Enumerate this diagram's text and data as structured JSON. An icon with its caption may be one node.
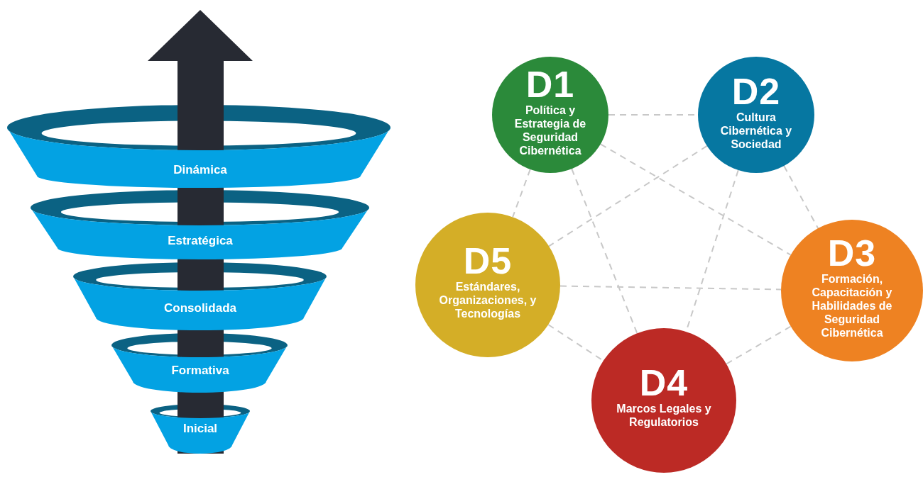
{
  "diagram": {
    "nodes": [
      {
        "text": [
          "Dinámica"
        ]
      },
      {
        "text": [
          "Estratégica"
        ]
      },
      {
        "text": [
          "Consolidada"
        ]
      },
      {
        "text": [
          "Formativa"
        ]
      },
      {
        "text": [
          "Inicial"
        ]
      },
      {
        "text": [
          "D1",
          "Política y Estrategia de Seguridad Cibernética"
        ]
      },
      {
        "text": [
          "D2",
          "Cultura Cibernética y Sociedad"
        ]
      },
      {
        "text": [
          "D3",
          "Formación, Capacitación y Habilidades de Seguridad Cibernética"
        ]
      },
      {
        "text": [
          "D4",
          "Marcos Legales y Regulatorios"
        ]
      },
      {
        "text": [
          "D5",
          "Estándares, Organizaciones, y Tecnologías"
        ]
      }
    ],
    "edges": [
      {
        "from": 5,
        "to": 6,
        "arrow": "none",
        "style": "dashed"
      },
      {
        "from": 5,
        "to": 9,
        "arrow": "none",
        "style": "dashed"
      },
      {
        "from": 5,
        "to": 8,
        "arrow": "none",
        "style": "dashed"
      },
      {
        "from": 5,
        "to": 7,
        "arrow": "none",
        "style": "dashed"
      },
      {
        "from": 6,
        "to": 9,
        "arrow": "none",
        "style": "dashed"
      },
      {
        "from": 6,
        "to": 7,
        "arrow": "none",
        "style": "dashed"
      },
      {
        "from": 6,
        "to": 8,
        "arrow": "none",
        "style": "dashed"
      },
      {
        "from": 9,
        "to": 7,
        "arrow": "none",
        "style": "dashed"
      },
      {
        "from": 9,
        "to": 8,
        "arrow": "none",
        "style": "dashed"
      },
      {
        "from": 7,
        "to": 8,
        "arrow": "none",
        "style": "dashed"
      }
    ]
  }
}
